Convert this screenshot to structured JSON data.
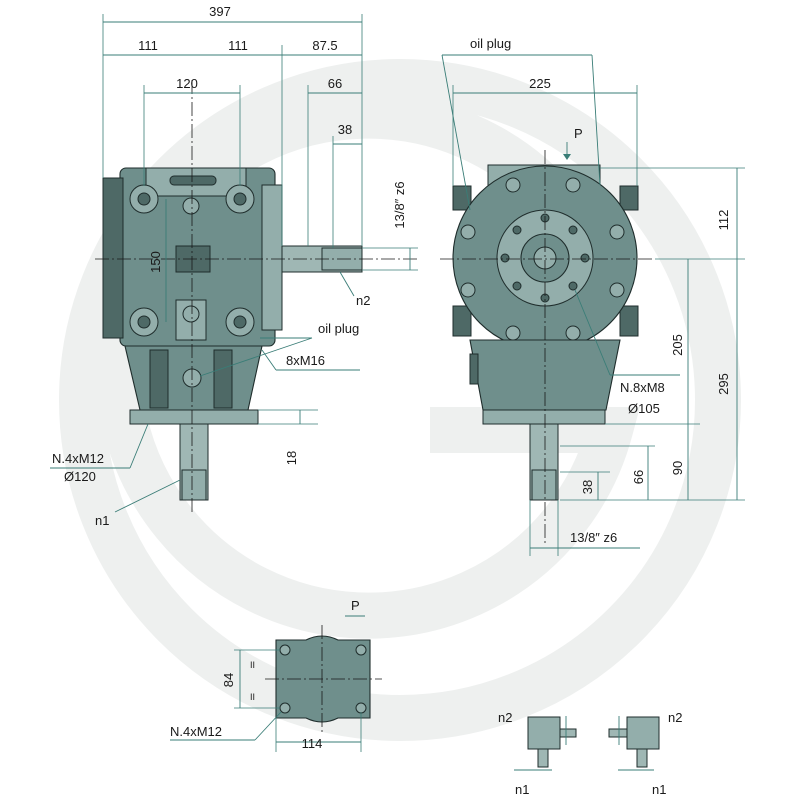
{
  "colors": {
    "body": "#6f8f8c",
    "dimension": "#3a7d77",
    "text": "#1a1a1a",
    "watermark": "#eef0ef"
  },
  "side_view": {
    "dims": {
      "overall": "397",
      "half_left": "111",
      "half_right": "111",
      "offset": "87.5",
      "bolt_spacing": "120",
      "shaft_len": "66",
      "key_len": "38",
      "height_150": "150",
      "flange_h": "18"
    },
    "spline": "13/8″ z6",
    "labels": {
      "oil_plug": "oil plug",
      "bolts": "8xM16",
      "n2": "n2",
      "n1": "n1",
      "flange_holes": "N.4xM12",
      "flange_dia": "Ø120"
    }
  },
  "front_view": {
    "dims": {
      "width": "225",
      "upper": "112",
      "mid": "205",
      "overall_h": "295",
      "lower": "90",
      "shaft_66": "66",
      "key_38": "38"
    },
    "spline": "13/8″ z6",
    "labels": {
      "oil_plug": "oil plug",
      "p": "P",
      "holes": "N.8xM8",
      "bolt_circle": "Ø105"
    }
  },
  "top_view": {
    "dims": {
      "height": "84",
      "width": "114"
    },
    "labels": {
      "p": "P",
      "holes": "N.4xM12",
      "par_top": "II",
      "par_bottom": "II"
    }
  },
  "rotation_icons": {
    "left_top": "n2",
    "left_bottom": "n1",
    "right_top": "n2",
    "right_bottom": "n1"
  }
}
